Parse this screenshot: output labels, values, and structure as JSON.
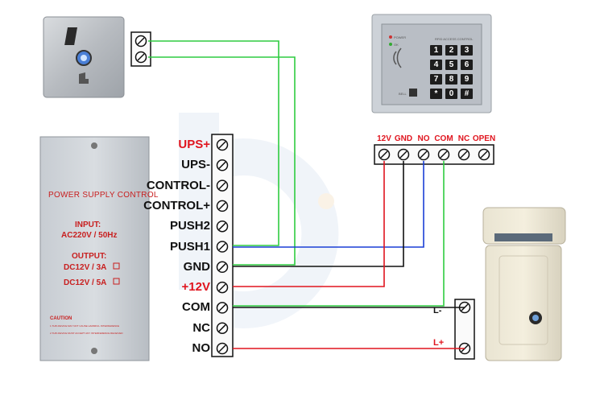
{
  "controller_terminals": [
    {
      "label": "UPS+",
      "color": "#e0141e"
    },
    {
      "label": "UPS-",
      "color": "#111111"
    },
    {
      "label": "CONTROL-",
      "color": "#111111"
    },
    {
      "label": "CONTROL+",
      "color": "#111111"
    },
    {
      "label": "PUSH2",
      "color": "#111111"
    },
    {
      "label": "PUSH1",
      "color": "#111111"
    },
    {
      "label": "GND",
      "color": "#111111"
    },
    {
      "label": "+12V",
      "color": "#e0141e"
    },
    {
      "label": "COM",
      "color": "#111111"
    },
    {
      "label": "NC",
      "color": "#111111"
    },
    {
      "label": "NO",
      "color": "#111111"
    }
  ],
  "reader_terminals": [
    "12V",
    "GND",
    "NO",
    "COM",
    "NC",
    "OPEN"
  ],
  "lock_terminals": {
    "minus": "L-",
    "plus": "L+"
  },
  "power_supply": {
    "title": "POWER SUPPLY CONTROL",
    "input_heading": "INPUT:",
    "input_value": "AC220V / 50Hz",
    "output_heading": "OUTPUT:",
    "output_1": "DC12V / 3A",
    "output_2": "DC12V / 5A",
    "caution": "CAUTION",
    "caution_line_1": "1.THIS DEVICE MAY NOT CAUSE HARMFUL INTERFERENCE",
    "caution_line_2": "2.THIS DEVICE MUST ACCEPT ANY INTERFERENCE RECEIVED"
  },
  "keypad": {
    "led_power": "POWER",
    "led_ok": "OK",
    "header": "RFID ACCESS CONTROL",
    "bell": "BELL",
    "keys": [
      "1",
      "2",
      "3",
      "4",
      "5",
      "6",
      "7",
      "8",
      "9",
      "*",
      "0",
      "#"
    ]
  },
  "colors": {
    "wire_green": "#2ecc40",
    "wire_blue": "#1a3fd6",
    "wire_black": "#111111",
    "wire_red": "#e0141e",
    "label_red": "#e0141e"
  }
}
